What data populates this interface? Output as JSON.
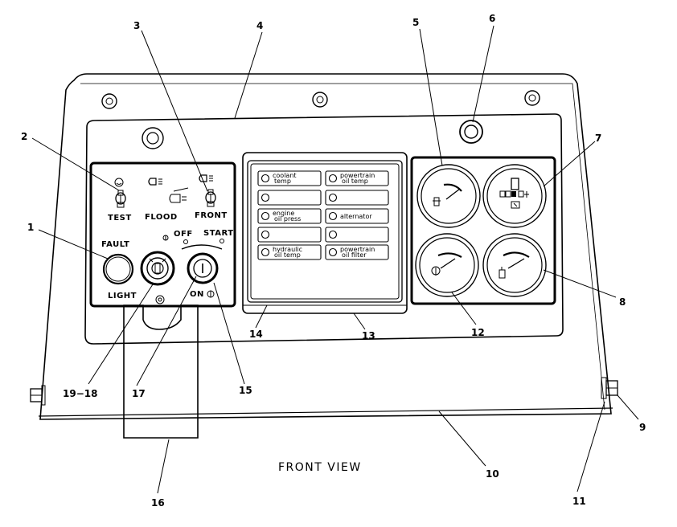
{
  "view_title": "FRONT VIEW",
  "callouts": [
    "1",
    "2",
    "3",
    "4",
    "5",
    "6",
    "7",
    "8",
    "9",
    "10",
    "11",
    "12",
    "13",
    "14",
    "15",
    "16",
    "17",
    "19−18"
  ],
  "left_panel": {
    "test": "TEST",
    "flood": "FLOOD",
    "front": "FRONT",
    "fault": "FAULT",
    "light": "LIGHT",
    "off": "OFF",
    "start": "START",
    "on": "ON"
  },
  "indicators": [
    [
      "coolant",
      "temp"
    ],
    [
      "powertrain",
      "oil temp"
    ],
    [
      "",
      ""
    ],
    [
      "",
      ""
    ],
    [
      "engine",
      "oil press"
    ],
    [
      "alternator",
      ""
    ],
    [
      "",
      ""
    ],
    [
      "",
      ""
    ],
    [
      "hydraulic",
      "oil temp"
    ],
    [
      "powertrain",
      "oil filter"
    ]
  ]
}
